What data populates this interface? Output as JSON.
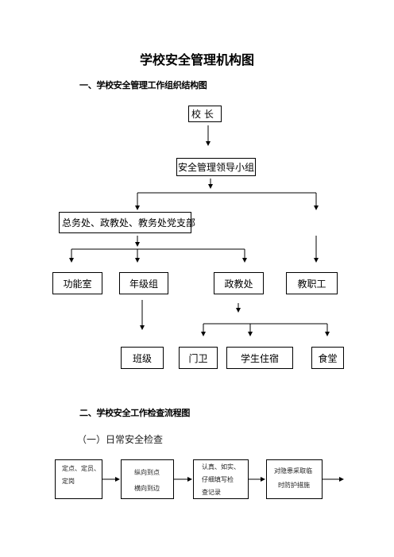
{
  "title": "学校安全管理机构图",
  "section1": {
    "heading": "一、学校安全管理工作组织结构图"
  },
  "org": {
    "principal": "校 长",
    "leading_group": "安全管理领导小组",
    "offices": "总务处、政教处、教务处党支部",
    "function_room": "功能室",
    "grade_group": "年级组",
    "political_office": "政教处",
    "staff": "教职工",
    "class": "班级",
    "gate_guard": "门卫",
    "dormitory": "学生住宿",
    "canteen": "食堂"
  },
  "section2": {
    "heading": "二、学校安全工作检查流程图",
    "subheading": "（一）日常安全检查"
  },
  "flow": [
    {
      "lines": [
        "定点、定员、",
        "定岗"
      ]
    },
    {
      "lines": [
        "纵向到点",
        "横向到边"
      ]
    },
    {
      "lines": [
        "认真、如实、",
        "仔细填写检",
        "查记录"
      ]
    },
    {
      "lines": [
        "对隐患采取临",
        "时防护措施"
      ]
    }
  ]
}
